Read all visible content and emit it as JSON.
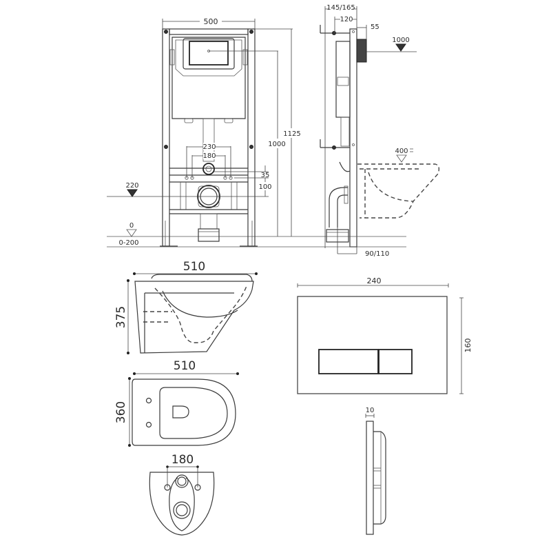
{
  "diagram": {
    "subject": "Wall-hung toilet installation frame with flush plate and bowl - dimension drawing",
    "units": "mm",
    "frame_front_view": {
      "width_label": "500",
      "total_height_label": "1125",
      "flush_plate_height_label": "1000",
      "outer_span_label": "230",
      "inner_span_label": "180",
      "offset_35_label": "35",
      "offset_100_label": "100",
      "drain_level_label": "220",
      "floor_level_label": "0",
      "leg_adjust_label": "0-200"
    },
    "frame_side_view": {
      "depth_outer_label": "145/165",
      "depth_inner_label": "120",
      "plate_offset_label": "55",
      "flush_level_label": "1000",
      "seat_level_label": "400",
      "drain_offset_label": "90/110"
    },
    "bowl_side_view": {
      "length_label": "510",
      "height_label": "375"
    },
    "bowl_top_view": {
      "length_label": "510",
      "width_label": "360"
    },
    "bowl_rear_view": {
      "bolt_spacing_label": "180"
    },
    "flush_plate_front": {
      "width_label": "240",
      "height_label": "160"
    },
    "flush_plate_side": {
      "thickness_label": "10"
    }
  }
}
